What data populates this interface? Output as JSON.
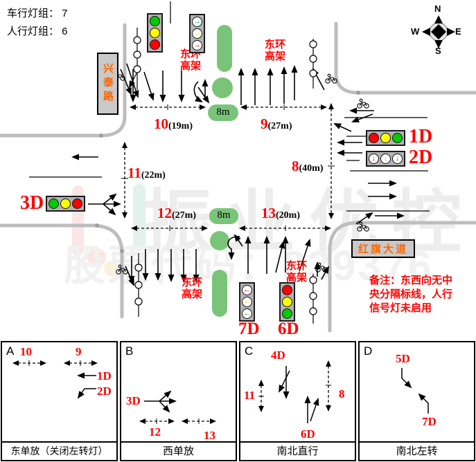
{
  "header": {
    "vehicle_groups": "车行灯组： 7",
    "ped_groups": "人行灯组： 6"
  },
  "compass": {
    "n": "N",
    "w": "W",
    "e": "E",
    "s": "S"
  },
  "road_names": {
    "xingtai": "兴泰路",
    "hongqi": "红旗大道"
  },
  "viaduct": {
    "line1": "东环",
    "line2": "高架"
  },
  "islands": {
    "width_label": "8m"
  },
  "measurements": {
    "m10": {
      "num": "10",
      "len": "(19m)"
    },
    "m9": {
      "num": "9",
      "len": "(27m)"
    },
    "m11": {
      "num": "11",
      "len": "(22m)"
    },
    "m8": {
      "num": "8",
      "len": "(40m)"
    },
    "m12": {
      "num": "12",
      "len": "(27m)"
    },
    "m13": {
      "num": "13",
      "len": "(20m)"
    }
  },
  "signals": {
    "d1": "1D",
    "d2": "2D",
    "d3": "3D",
    "d6": "6D",
    "d7": "7D"
  },
  "icons": {
    "right_arrow_light": "→",
    "down_arrow_light": "↓",
    "left_arrow_light": "←"
  },
  "note": {
    "line1": "备注：东西向无中",
    "line2": "央分隔标线，人行",
    "line3": "信号灯未启用"
  },
  "watermark": {
    "brand": "振业优控",
    "stock": "股票代码：839376"
  },
  "phases": {
    "a": {
      "letter": "A",
      "caption": "东单放（关闭左转灯）",
      "ref_10": "10",
      "ref_9": "9",
      "ref_1d": "1D",
      "ref_2d": "2D"
    },
    "b": {
      "letter": "B",
      "caption": "西单放",
      "ref_3d": "3D",
      "ref_12": "12",
      "ref_13": "13"
    },
    "c": {
      "letter": "C",
      "caption": "南北直行",
      "ref_4d": "4D",
      "ref_11": "11",
      "ref_8": "8",
      "ref_6d": "6D"
    },
    "d": {
      "letter": "D",
      "caption": "南北左转",
      "ref_5d": "5D",
      "ref_7d": "7D"
    }
  },
  "colors": {
    "label_red": "#ff0000",
    "paren_black": "#000000",
    "road_name_orange": "#ff6600",
    "island_green": "#7ac47a",
    "road_edge_gray": "#bdbdbd",
    "name_box_gray": "#c9c9c9",
    "signal_red": "#ff0000",
    "signal_yellow": "#ffff00",
    "signal_green": "#00cc00",
    "frame_gray": "#b3b3b3"
  }
}
